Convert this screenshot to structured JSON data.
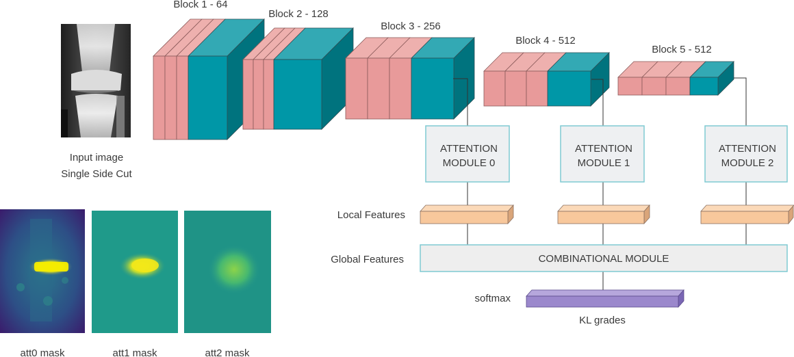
{
  "input": {
    "caption_line1": "Input image",
    "caption_line2": "Single Side Cut"
  },
  "blocks": [
    {
      "label": "Block 1 - 64"
    },
    {
      "label": "Block 2 - 128"
    },
    {
      "label": "Block 3 - 256"
    },
    {
      "label": "Block 4 - 512"
    },
    {
      "label": "Block 5 - 512"
    }
  ],
  "attention_modules": [
    {
      "line1": "ATTENTION",
      "line2": "MODULE 0"
    },
    {
      "line1": "ATTENTION",
      "line2": "MODULE 1"
    },
    {
      "line1": "ATTENTION",
      "line2": "MODULE 2"
    }
  ],
  "labels": {
    "local_features": "Local Features",
    "global_features": "Global Features",
    "combinational_module": "COMBINATIONAL MODULE",
    "softmax": "softmax",
    "kl_grades": "KL grades"
  },
  "masks": [
    {
      "label": "att0 mask"
    },
    {
      "label": "att1 mask"
    },
    {
      "label": "att2 mask"
    }
  ],
  "colors": {
    "pink_face": "#e89a9a",
    "pink_top": "#eeb0ae",
    "teal_face": "#0097a7",
    "teal_side": "#00737e",
    "teal_top": "#33a9b4",
    "attention_box_bg": "#eef0f2",
    "attention_box_border": "#7fcad2",
    "local_feature_bar": "#f8c89c",
    "combinational_bg": "#eeeeee",
    "softmax_bar": "#9b88cc",
    "connector": "#333333"
  }
}
